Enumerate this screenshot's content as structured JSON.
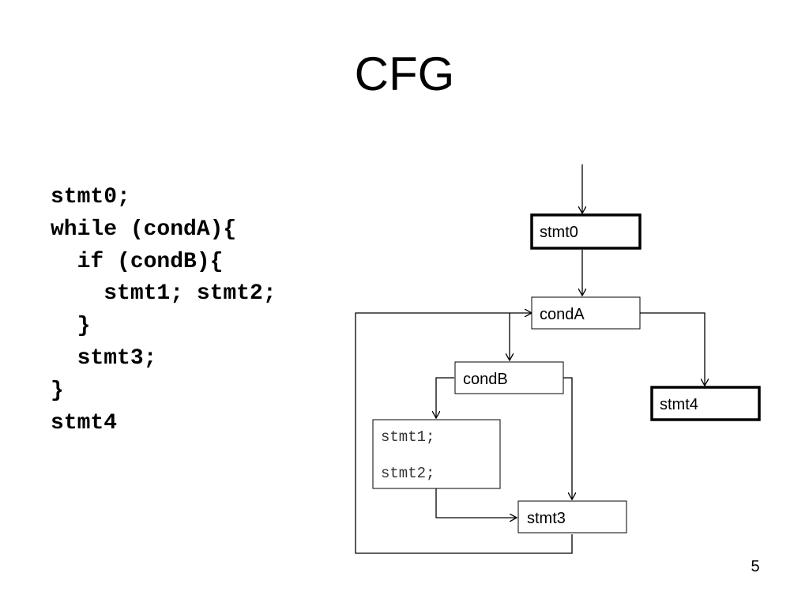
{
  "slide": {
    "title": "CFG",
    "page_number": "5"
  },
  "code": [
    "stmt0;",
    "while (condA){",
    "  if (condB){",
    "    stmt1; stmt2;",
    "  }",
    "  stmt3;",
    "}",
    "stmt4"
  ],
  "nodes": {
    "stmt0": "stmt0",
    "condA": "condA",
    "condB": "condB",
    "stmt1": "stmt1;",
    "stmt2": "stmt2;",
    "stmt3": "stmt3",
    "stmt4": "stmt4"
  }
}
